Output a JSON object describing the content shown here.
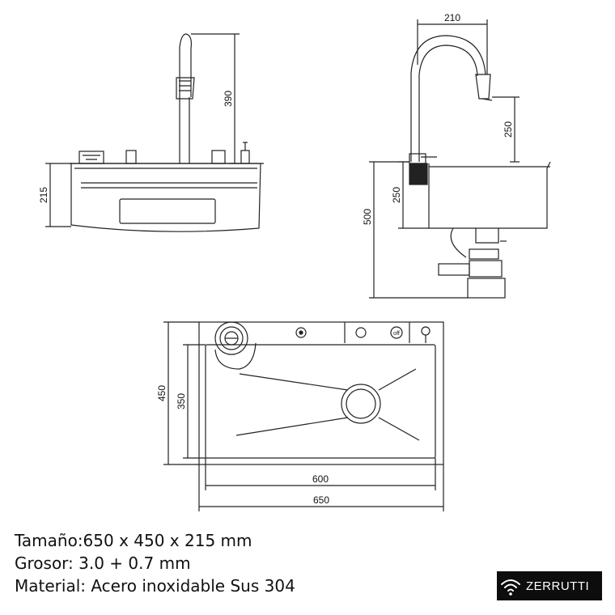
{
  "dimensions": {
    "side_height": "215",
    "faucet_height": "390",
    "faucet_reach": "210",
    "spout_drop": "250",
    "basin_depth": "250",
    "total_height": "500",
    "top_depth": "450",
    "inner_depth": "350",
    "inner_width": "600",
    "top_width": "650"
  },
  "panel_labels": {
    "off_button": "off"
  },
  "specs": {
    "size": "Tamaño:650 x 450 x 215 mm",
    "thickness": "Grosor: 3.0 + 0.7 mm",
    "material": "Material: Acero inoxidable Sus 304"
  },
  "brand": {
    "name": "ZERRUTTI",
    "icon": "wifi-icon",
    "background": "#0d0d0d",
    "text_color": "#ffffff"
  },
  "colors": {
    "line": "#222222",
    "background": "#ffffff"
  }
}
